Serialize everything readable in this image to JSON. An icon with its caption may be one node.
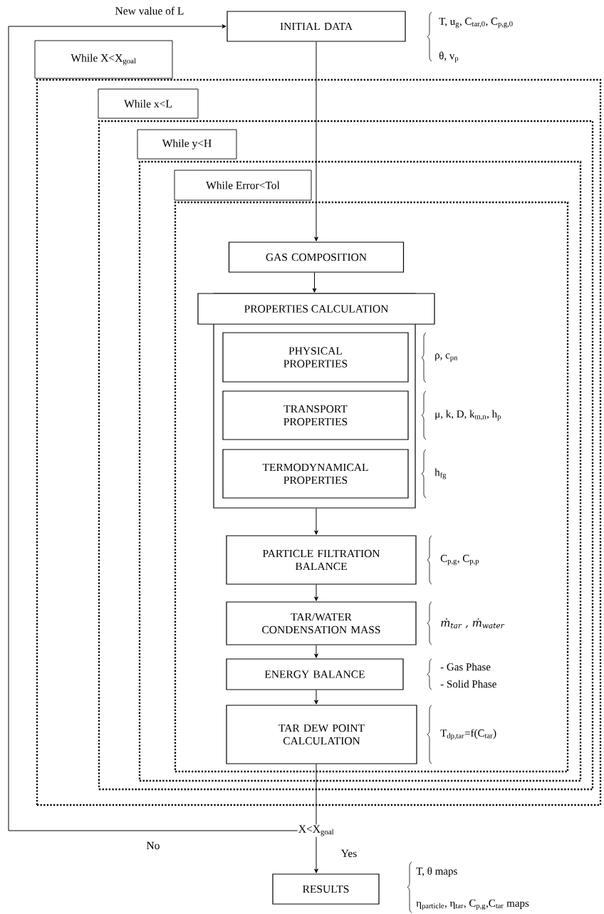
{
  "diagram": {
    "nodes": [
      {
        "text": [
          "INITIAL DATA"
        ],
        "beside": [
          "T, u$_{g}$, C$_{tar,0}$, C$_{p,g,0}$",
          "θ, v$_{p}$"
        ]
      },
      {
        "text": [
          "While X<X$_{goal}$"
        ]
      },
      {
        "text": [
          "While x<L"
        ],
        "in": 1
      },
      {
        "text": [
          "While y<H"
        ],
        "in": 2
      },
      {
        "text": [
          "While Error<Tol"
        ],
        "in": 3
      },
      {
        "text": [
          "GAS COMPOSITION"
        ],
        "in": 4
      },
      {
        "text": [
          "PROPERTIES CALCULATION"
        ],
        "in": 4
      },
      {
        "text": [
          "PHYSICAL PROPERTIES"
        ],
        "in": 6,
        "beside": [
          "ρ, c$_{pn}$"
        ]
      },
      {
        "text": [
          "TRANSPORT PROPERTIES"
        ],
        "in": 6,
        "beside": [
          "μ, k, D, k$_{m,n}$, h$_{p}$"
        ]
      },
      {
        "text": [
          "TERMODYNAMICAL PROPERTIES"
        ],
        "in": 6,
        "beside": [
          "h$_{fg}$"
        ]
      },
      {
        "text": [
          "PARTICLE FILTRATION BALANCE"
        ],
        "in": 4,
        "beside": [
          "C$_{p,g}$, C$_{p,p}$"
        ]
      },
      {
        "text": [
          "TAR/WATER CONDENSATION MASS"
        ],
        "in": 4,
        "beside": [
          "ṁ$_{tar}$ , ṁ$_{water}$"
        ]
      },
      {
        "text": [
          "ENERGY BALANCE"
        ],
        "in": 4,
        "beside": [
          "- Gas Phase",
          "- Solid Phase"
        ]
      },
      {
        "text": [
          "TAR DEW POINT CALCULATION"
        ],
        "in": 4,
        "beside": [
          "T$_{dp,tar}$=f(C$_{tar}$)"
        ]
      },
      {
        "text": [
          "X<X$_{goal}$"
        ]
      },
      {
        "text": [
          "RESULTS"
        ],
        "beside": [
          "T, θ maps",
          "η$_{particle}$, η$_{tar}$, C$_{p,g}$,C$_{tar}$ maps"
        ]
      }
    ],
    "edges": [
      {
        "from": 0,
        "to": 5,
        "arrow": "to"
      },
      {
        "from": 5,
        "to": 6,
        "arrow": "to"
      },
      {
        "from": 6,
        "to": 10,
        "arrow": "to"
      },
      {
        "from": 10,
        "to": 11,
        "arrow": "to"
      },
      {
        "from": 11,
        "to": 12,
        "arrow": "to"
      },
      {
        "from": 12,
        "to": 13,
        "arrow": "to"
      },
      {
        "from": 13,
        "to": 14,
        "arrow": "none"
      },
      {
        "from": 14,
        "to": 15,
        "arrow": "to",
        "label": "Yes"
      },
      {
        "from": 14,
        "to": 0,
        "arrow": "to",
        "label": "No"
      }
    ],
    "labels": [
      "New value of L"
    ]
  }
}
